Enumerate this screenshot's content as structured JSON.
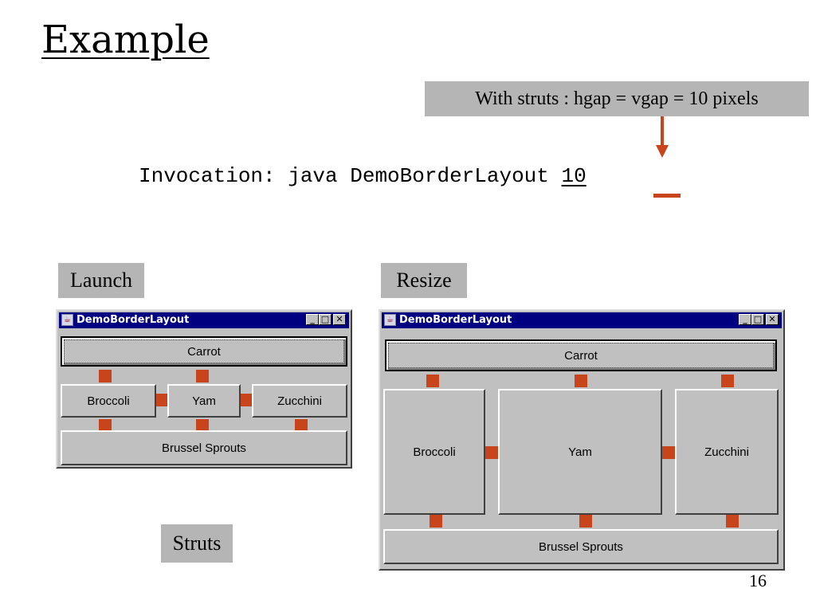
{
  "slide": {
    "title": "Example",
    "callout": "With struts : hgap = vgap = 10 pixels",
    "invocation_prefix": "Invocation: java DemoBorderLayout ",
    "invocation_arg": "10",
    "launch_label": "Launch",
    "resize_label": "Resize",
    "struts_label": "Struts",
    "page_number": "16"
  },
  "colors": {
    "strut": "#c8441a",
    "titlebar": "#000080",
    "label_bg": "#b5b5b5"
  },
  "windows": {
    "launch": {
      "title": "DemoBorderLayout",
      "north": "Carrot",
      "west": "Broccoli",
      "center": "Yam",
      "east": "Zucchini",
      "south": "Brussel Sprouts"
    },
    "resize": {
      "title": "DemoBorderLayout",
      "north": "Carrot",
      "west": "Broccoli",
      "center": "Yam",
      "east": "Zucchini",
      "south": "Brussel Sprouts"
    }
  },
  "titlebar_buttons": {
    "minimize": "_",
    "maximize": "□",
    "close": "✕"
  }
}
